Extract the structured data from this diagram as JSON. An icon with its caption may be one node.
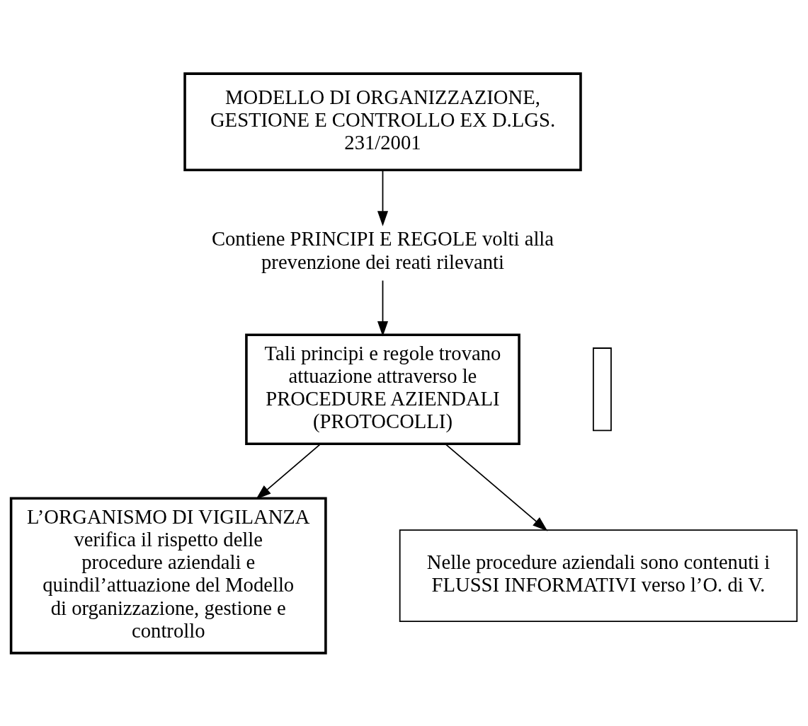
{
  "diagram": {
    "nodes": [
      {
        "text": [
          "MODELLO DI ORGANIZZAZIONE, GESTIONE E CONTROLLO EX D.LGS. 231/2001"
        ]
      },
      {
        "text": [
          "Contiene PRINCIPI E REGOLE volti alla prevenzione dei reati rilevanti"
        ]
      },
      {
        "text": [
          "Tali principi e regole trovano attuazione attraverso le PROCEDURE AZIENDALI (PROTOCOLLI)"
        ]
      },
      {
        "text": [],
        "shape": "box"
      },
      {
        "text": [
          "Nelle procedure aziendali sono contenuti i FLUSSI INFORMATIVI verso l’O. di V."
        ]
      },
      {
        "text": [
          "L’ORGANISMO DI VIGILANZA verifica il rispetto delle procedure aziendali e quindil’attuazione del Modello di organizzazione, gestione e controllo"
        ]
      }
    ],
    "edges": [
      {
        "from": 0,
        "to": 1,
        "arrow": "to"
      },
      {
        "from": 1,
        "to": 2,
        "arrow": "to"
      },
      {
        "from": 2,
        "to": 4,
        "arrow": "to"
      },
      {
        "from": 2,
        "to": 5,
        "arrow": "to"
      }
    ]
  }
}
